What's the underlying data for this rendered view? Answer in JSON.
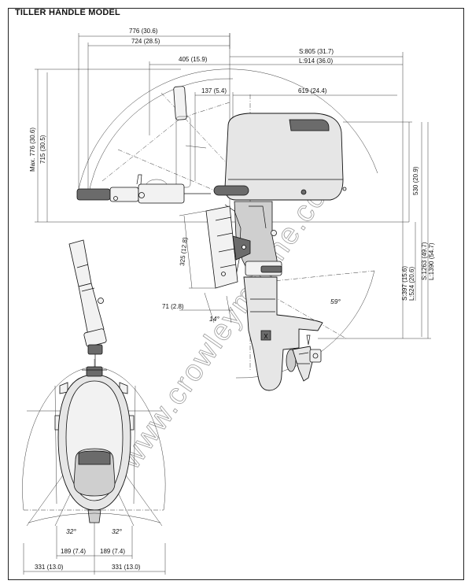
{
  "title": "TILLER HANDLE MODEL",
  "watermark": "www.crowleymarine.com",
  "dimensions": {
    "overall_776": "776 (30.6)",
    "overall_724": "724 (28.5)",
    "tiller_405": "405 (15.9)",
    "offset_137": "137 (5.4)",
    "cowl_619": "619 (24.4)",
    "transom_S": "S:805 (31.7)",
    "transom_L": "L:914 (36.0)",
    "max_height": "Max. 776 (30.6)",
    "height_715": "715 (30.5)",
    "cowl_530": "530 (20.9)",
    "clamp_325": "325 (12.8)",
    "clamp_71": "71 (2.8)",
    "shaft_S397": "S:397 (15.6)",
    "shaft_L524": "L:524 (20.6)",
    "length_S1263": "S:1263 (49.7)",
    "length_L1390": "L:1390 (54.7)",
    "half_189_left": "189 (7.4)",
    "half_189_right": "189 (7.4)",
    "half_331_left": "331 (13.0)",
    "half_331_right": "331 (13.0)"
  },
  "angles": {
    "tilt": "59°",
    "trim": "14°",
    "steer_left": "32°",
    "steer_right": "32°"
  }
}
